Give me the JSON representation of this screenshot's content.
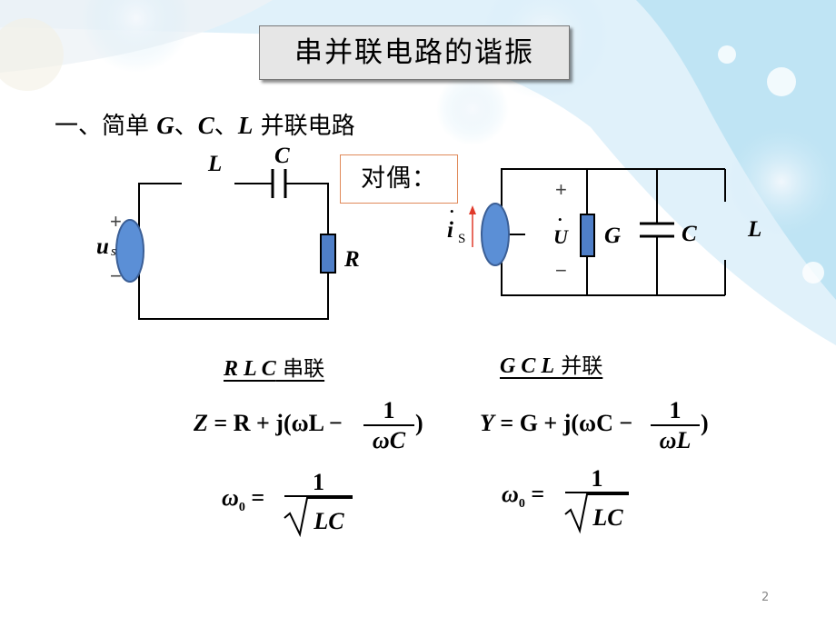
{
  "slide": {
    "title": "串并联电路的谐振",
    "heading": {
      "prefix": "一、简单 ",
      "g": "G",
      "sep1": "、",
      "c": "C",
      "sep2": "、",
      "l": "L",
      "suffix": " 并联电路"
    },
    "dual_label": "对偶：",
    "page_number": "2"
  },
  "series_circuit": {
    "label_L": "L",
    "label_C": "C",
    "label_R": "R",
    "source_symbol": "u",
    "source_sub": "s",
    "plus": "+",
    "minus": "−"
  },
  "parallel_circuit": {
    "source_symbol": "i",
    "source_dot": "•",
    "source_sub": "S",
    "voltage_symbol": "U",
    "voltage_dot": "•",
    "label_G": "G",
    "label_C": "C",
    "label_L": "L",
    "plus": "+",
    "minus": "−"
  },
  "rlc": {
    "heading_vars": "R L C",
    "heading_text": " 串联",
    "impedance_lhs": "Z",
    "impedance_mid": " = R + j(ωL − ",
    "impedance_end": ")",
    "impedance_num": "1",
    "impedance_den": "ωC",
    "omega0": "ω",
    "omega0_sub": "0",
    "omega0_eq": " =",
    "omega0_num": "1",
    "omega0_den": "LC"
  },
  "gcl": {
    "heading_vars": "G C L",
    "heading_text": " 并联",
    "admittance_lhs": "Y",
    "admittance_mid": " = G + j(ωC − ",
    "admittance_end": ")",
    "admittance_num": "1",
    "admittance_den": "ωL",
    "omega0": "ω",
    "omega0_sub": "0",
    "omega0_eq": " =",
    "omega0_num": "1",
    "omega0_den": "LC"
  },
  "colors": {
    "source_fill": "#5b8fd6",
    "component_fill": "#4f7fc8",
    "arrow": "#e03a2a",
    "box_border": "#e08a5a",
    "title_bg": "#e6e6e6",
    "background_accent": "#bfe3f5"
  }
}
